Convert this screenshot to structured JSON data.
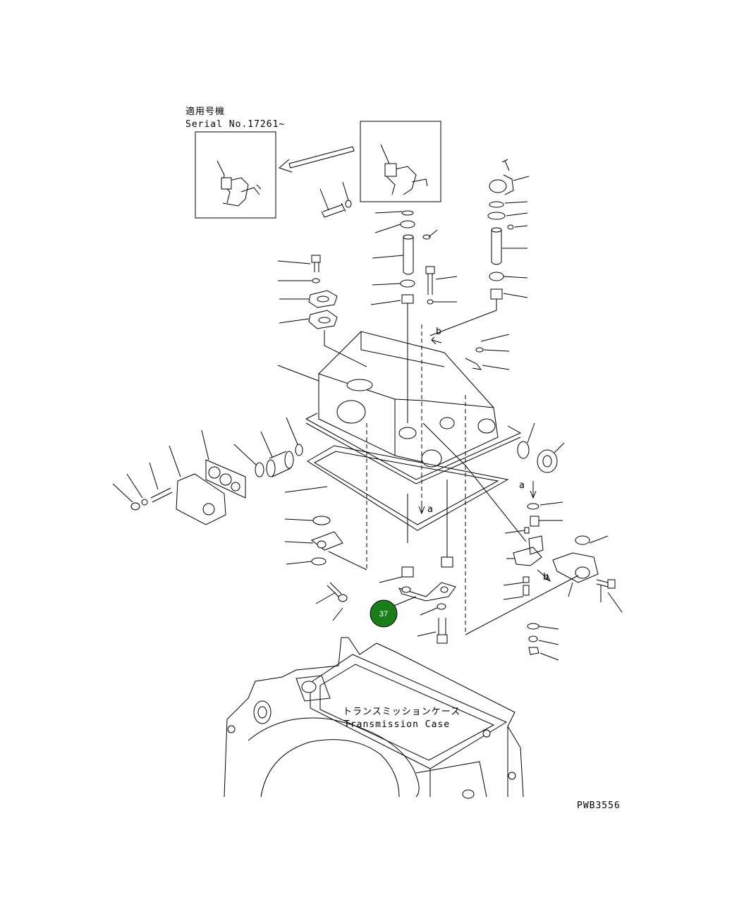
{
  "header": {
    "line1": "適用号機",
    "line2": "Serial No.17261~"
  },
  "annotations": {
    "case_jp": "トランスミッションケース",
    "case_en": "Transmission Case",
    "view_a_top": "a",
    "view_a_mid": "a",
    "view_b_top": "b",
    "view_b_mid": "b"
  },
  "callouts": [
    {
      "label": "37",
      "color": "#1a7f1a"
    }
  ],
  "drawing_id": "PWB3556"
}
